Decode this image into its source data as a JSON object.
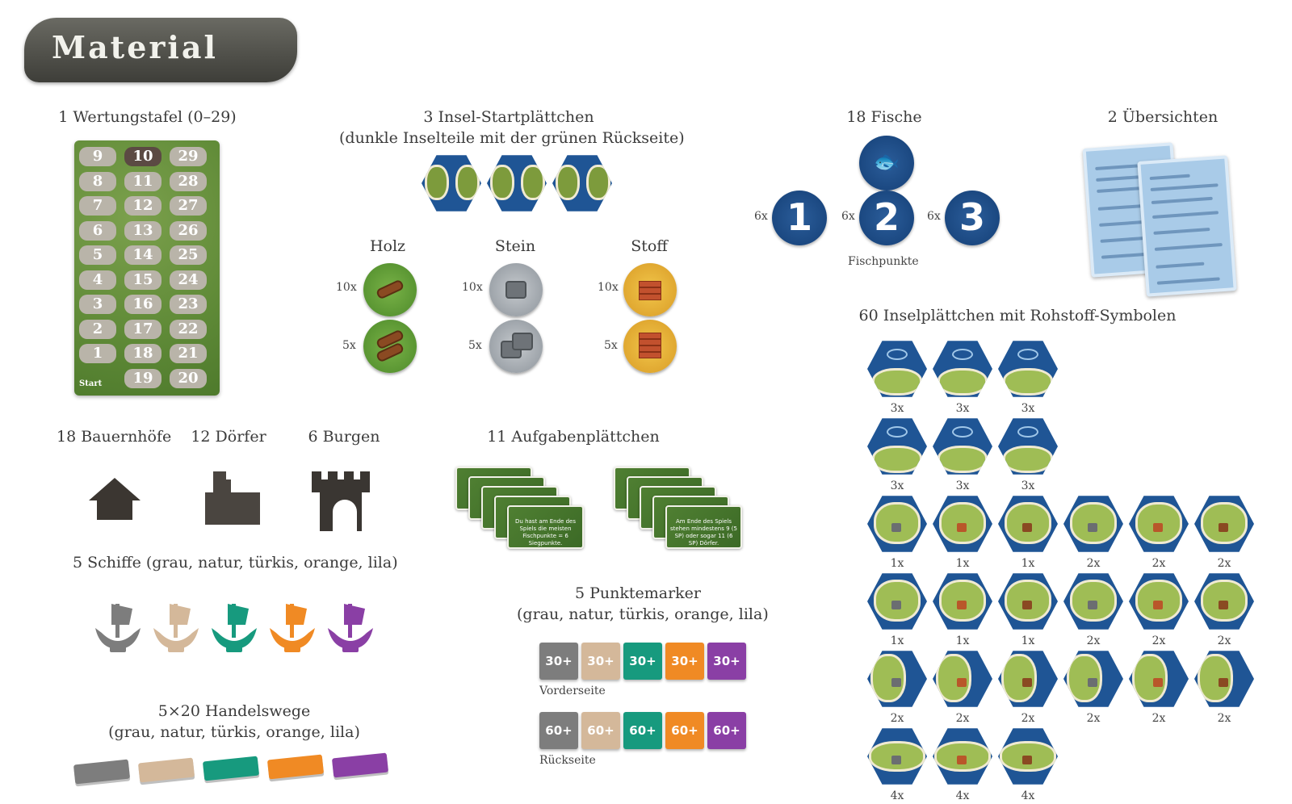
{
  "title": "Material",
  "scoreboard": {
    "label": "1 Wertungstafel (0–29)",
    "col1": [
      "9",
      "8",
      "7",
      "6",
      "5",
      "4",
      "3",
      "2",
      "1"
    ],
    "col2": [
      "10",
      "11",
      "12",
      "13",
      "14",
      "15",
      "16",
      "17",
      "18",
      "19"
    ],
    "col3": [
      "29",
      "28",
      "27",
      "26",
      "25",
      "24",
      "23",
      "22",
      "21",
      "20"
    ],
    "start": "Start"
  },
  "start_tiles": {
    "label_line1": "3 Insel-Startplättchen",
    "label_line2": "(dunkle Inselteile mit der grünen Rückseite)"
  },
  "resources": {
    "wood": {
      "name": "Holz",
      "count_single": "10x",
      "count_double": "5x"
    },
    "stone": {
      "name": "Stein",
      "count_single": "10x",
      "count_double": "5x"
    },
    "cloth": {
      "name": "Stoff",
      "count_single": "10x",
      "count_double": "5x"
    }
  },
  "fish": {
    "label": "18 Fische",
    "tokens": [
      {
        "value": "1",
        "count": "6x"
      },
      {
        "value": "2",
        "count": "6x"
      },
      {
        "value": "3",
        "count": "6x"
      }
    ],
    "caption": "Fischpunkte"
  },
  "overviews": {
    "label": "2 Übersichten"
  },
  "island_tiles": {
    "label": "60 Inselplättchen mit Rohstoff-Symbolen",
    "rows": [
      [
        "3x",
        "3x",
        "3x"
      ],
      [
        "3x",
        "3x",
        "3x"
      ],
      [
        "1x",
        "1x",
        "1x",
        "2x",
        "2x",
        "2x"
      ],
      [
        "1x",
        "1x",
        "1x",
        "2x",
        "2x",
        "2x"
      ],
      [
        "2x",
        "2x",
        "2x",
        "2x",
        "2x",
        "2x"
      ],
      [
        "4x",
        "4x",
        "4x"
      ]
    ]
  },
  "buildings": {
    "farms": "18 Bauernhöfe",
    "villages": "12 Dörfer",
    "castles": "6 Burgen"
  },
  "tasks": {
    "label": "11 Aufgabenplättchen",
    "card1_text": "Du hast am Ende des Spiels die meisten Fischpunkte = 6 Siegpunkte.",
    "card2_text": "Am Ende des Spiels stehen mindestens 9 (5 SP) oder sogar 11 (6 SP) Dörfer."
  },
  "ships": {
    "label": "5 Schiffe (grau, natur, türkis, orange, lila)"
  },
  "markers": {
    "label_line1": "5 Punktemarker",
    "label_line2": "(grau, natur, türkis, orange, lila)",
    "front_value": "30+",
    "back_value": "60+",
    "front_label": "Vorderseite",
    "back_label": "Rückseite"
  },
  "routes": {
    "label_line1": "5×20 Handelswege",
    "label_line2": "(grau, natur, türkis, orange, lila)"
  },
  "colors": {
    "grau": "#7d7d7d",
    "natur": "#d4b89a",
    "tuerkis": "#179a7e",
    "orange": "#f08a24",
    "lila": "#8a3fa5",
    "ocean": "#1f5595"
  }
}
